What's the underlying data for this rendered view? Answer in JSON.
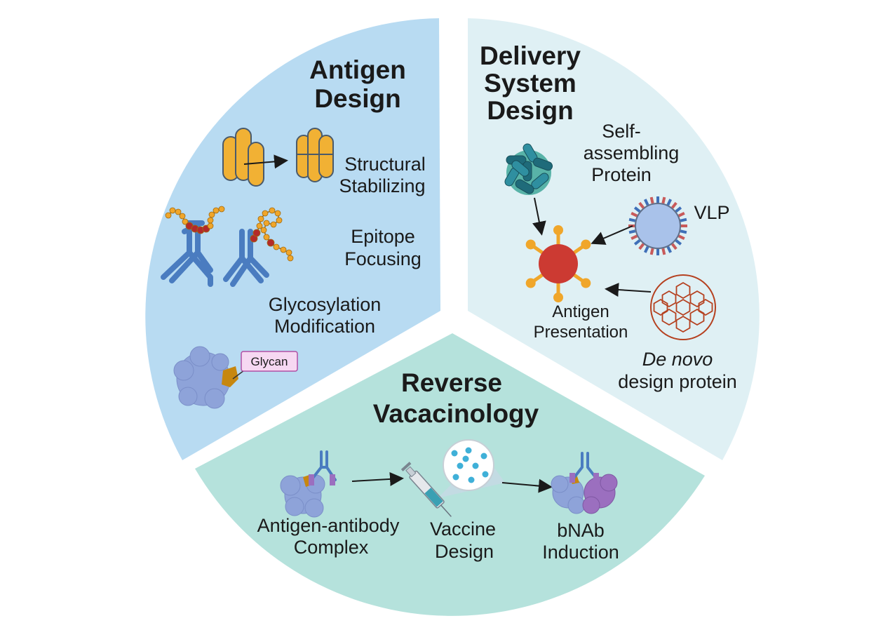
{
  "colors": {
    "antigen_sector": "#b8dbf2",
    "delivery_sector": "#dff0f4",
    "reverse_sector": "#b5e2dc",
    "rod": "#f1b134",
    "rod_stroke": "#4a5a6b",
    "antibody": "#4a7cc0",
    "bead": "#f0a62a",
    "bead_red": "#b32a2a",
    "antigen_core": "#cc3a32",
    "spike": "#f0a62a",
    "teal": "#2f8fa0",
    "vlp_core": "#a9c2ea",
    "cage": "#b5401f",
    "protein_blue": "#8ea3d9",
    "protein_purple": "#9b6fbf",
    "glycan_box": "#f6d8f2"
  },
  "antigen_design": {
    "title_line1": "Antigen",
    "title_line2": "Design",
    "structural_line1": "Structural",
    "structural_line2": "Stabilizing",
    "epitope_line1": "Epitope",
    "epitope_line2": "Focusing",
    "glyco_line1": "Glycosylation",
    "glyco_line2": "Modification",
    "glycan_tag": "Glycan"
  },
  "delivery_design": {
    "title_line1": "Delivery",
    "title_line2": "System",
    "title_line3": "Design",
    "self_line1": "Self-",
    "self_line2": "assembling",
    "self_line3": "Protein",
    "vlp": "VLP",
    "presentation_line1": "Antigen",
    "presentation_line2": "Presentation",
    "denovo_italic": "De novo",
    "denovo_line2": "design protein"
  },
  "reverse_vaccinology": {
    "title_line1": "Reverse",
    "title_line2": "Vacacinology",
    "complex_line1": "Antigen-antibody",
    "complex_line2": "Complex",
    "vaccine_line1": "Vaccine",
    "vaccine_line2": "Design",
    "bnab_line1": "bNAb",
    "bnab_line2": "Induction"
  },
  "icons": [
    "rod-bundle-icon",
    "antibody-icon",
    "protein-icon",
    "nanoparticle-icon",
    "vlp-icon",
    "fullerene-cage-icon",
    "syringe-icon"
  ]
}
